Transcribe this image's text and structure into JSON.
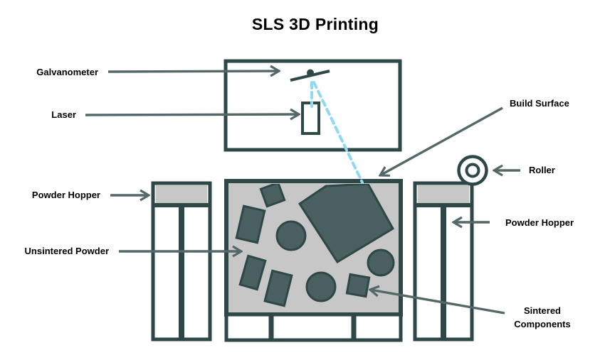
{
  "title": "SLS 3D Printing",
  "labels": {
    "galvanometer": "Galvanometer",
    "laser": "Laser",
    "build_surface": "Build Surface",
    "roller": "Roller",
    "powder_hopper_left": "Powder Hopper",
    "powder_hopper_right": "Powder Hopper",
    "unsintered_powder": "Unsintered Powder",
    "sintered_components_line1": "Sintered",
    "sintered_components_line2": "Components"
  },
  "colors": {
    "outline": "#2e4747",
    "shape_fill": "#4a5f5f",
    "shape_border": "#2e4747",
    "powder": "#c6c7c6",
    "arrow": "#546769",
    "beam": "#8fd9f2",
    "text": "#000000"
  }
}
